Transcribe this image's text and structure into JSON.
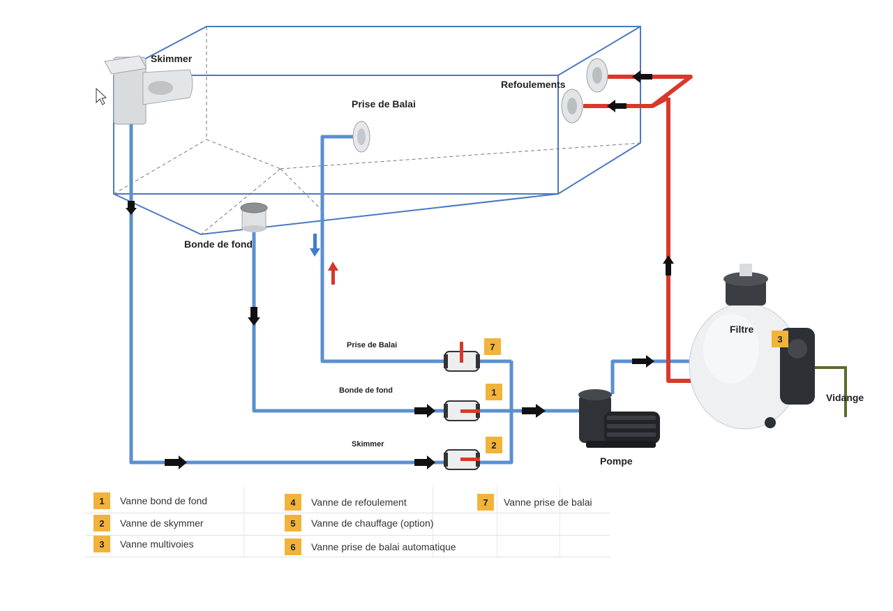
{
  "labels": {
    "skimmer": "Skimmer",
    "refoulements": "Refoulements",
    "prise_de_balai": "Prise de Balai",
    "bonde_de_fond": "Bonde de fond",
    "filtre": "Filtre",
    "vidange": "Vidange",
    "pompe": "Pompe"
  },
  "valve_lines": [
    {
      "label": "Prise de Balai",
      "badge": "7"
    },
    {
      "label": "Bonde de fond",
      "badge": "1"
    },
    {
      "label": "Skimmer",
      "badge": "2"
    }
  ],
  "filter_badge": "3",
  "legend": [
    {
      "num": "1",
      "text": "Vanne bond de fond"
    },
    {
      "num": "2",
      "text": "Vanne de skymmer"
    },
    {
      "num": "3",
      "text": "Vanne multivoies"
    },
    {
      "num": "4",
      "text": "Vanne de refoulement"
    },
    {
      "num": "5",
      "text": "Vanne de chauffage (option)"
    },
    {
      "num": "6",
      "text": "Vanne prise de balai automatique"
    },
    {
      "num": "7",
      "text": "Vanne prise de balai"
    }
  ],
  "colors": {
    "suction_pipe": "#5b8fd0",
    "return_pipe": "#d9382b",
    "drain_pipe": "#5b6b2c",
    "pool_outline": "#4a78c2",
    "badge": "#f2b33a"
  },
  "icons": [
    "cursor-icon",
    "flow-arrow-icon",
    "valve-icon",
    "pump-icon",
    "filter-icon",
    "skimmer-icon",
    "drain-icon",
    "nozzle-icon"
  ]
}
